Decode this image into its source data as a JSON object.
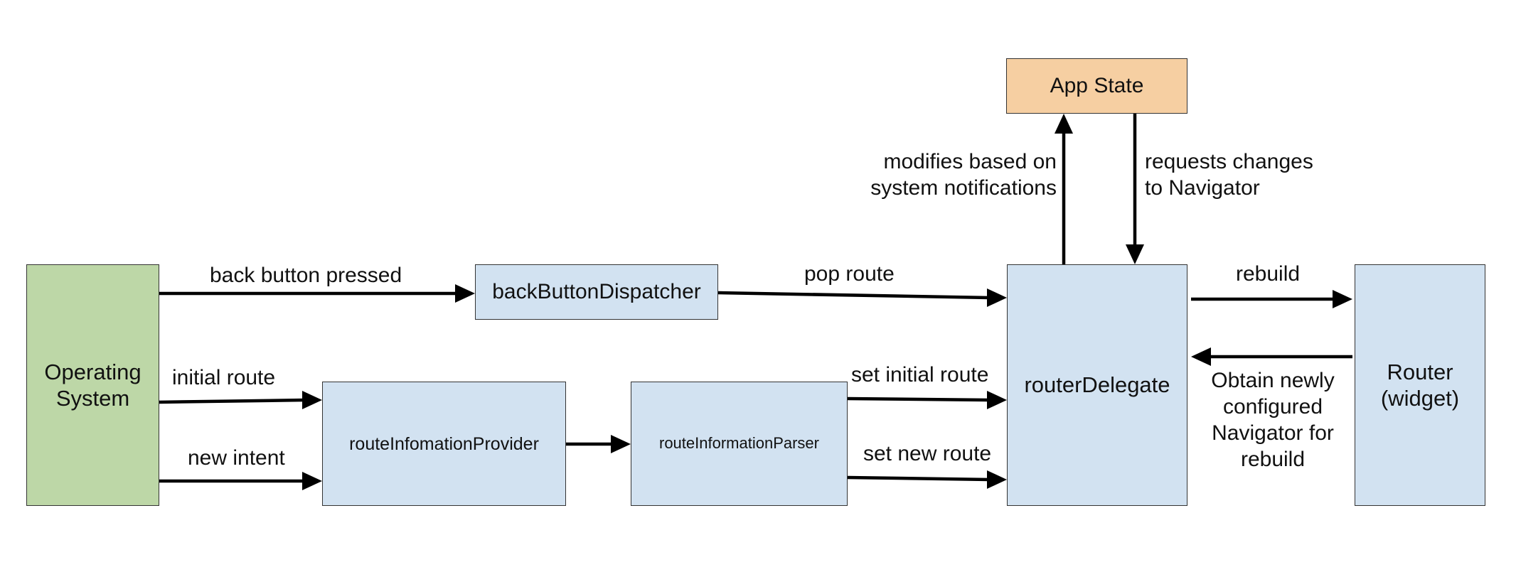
{
  "colors": {
    "os_fill": "#bdd7a7",
    "node_fill": "#d2e2f1",
    "appstate_fill": "#f6cfa2",
    "border": "#333333",
    "arrow": "#000000"
  },
  "nodes": {
    "os": "Operating\nSystem",
    "back_dispatcher": "backButtonDispatcher",
    "provider": "routeInfomationProvider",
    "parser": "routeInformationParser",
    "delegate": "routerDelegate",
    "app_state": "App State",
    "router": "Router\n(widget)"
  },
  "edges": {
    "back_pressed": "back button pressed",
    "pop_route": "pop route",
    "initial_route": "initial route",
    "new_intent": "new intent",
    "set_initial_route": "set initial route",
    "set_new_route": "set new route",
    "rebuild": "rebuild",
    "obtain": "Obtain newly\nconfigured\nNavigator for\nrebuild",
    "modifies": "modifies based on\nsystem notifications",
    "requests": "requests changes\nto Navigator"
  }
}
